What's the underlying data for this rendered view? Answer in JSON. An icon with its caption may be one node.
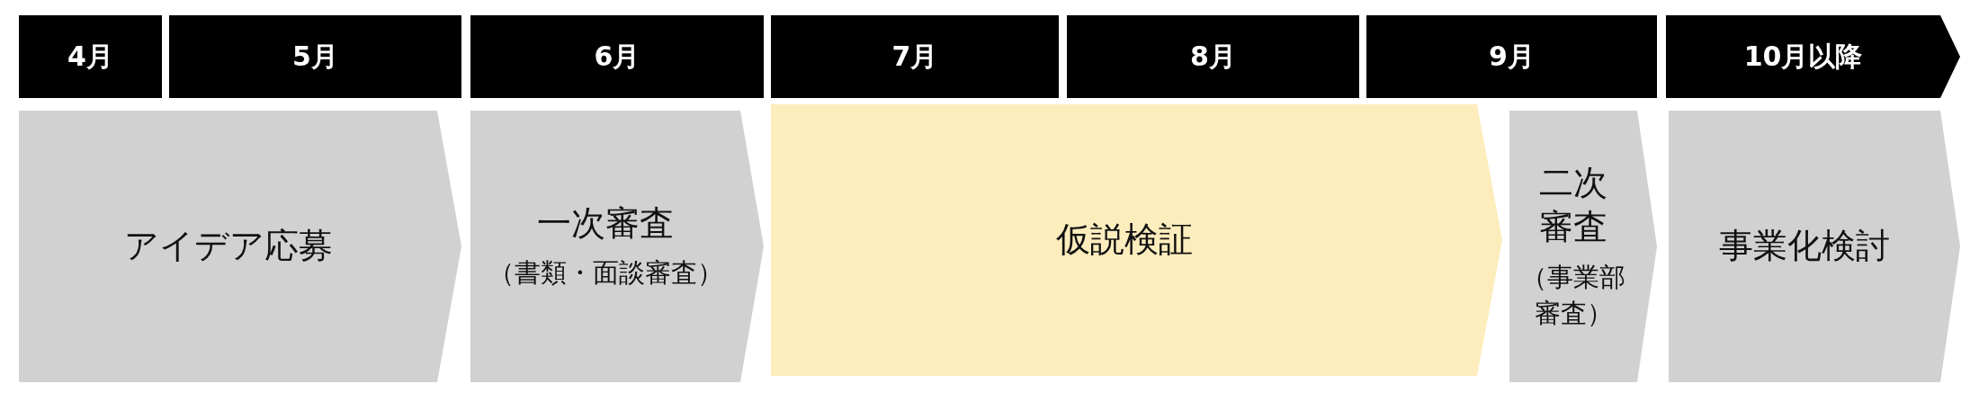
{
  "diagram": {
    "nodes": [
      {
        "text": [
          "4月"
        ]
      },
      {
        "text": [
          "5月"
        ]
      },
      {
        "text": [
          "6月"
        ]
      },
      {
        "text": [
          "7月"
        ]
      },
      {
        "text": [
          "8月"
        ]
      },
      {
        "text": [
          "9月"
        ]
      },
      {
        "text": [
          "10月以降"
        ]
      },
      {
        "text": [
          "アイデア応募"
        ]
      },
      {
        "text": [
          "一次審査",
          "（書類・面談審査）"
        ]
      },
      {
        "text": [
          "仮説検証"
        ]
      },
      {
        "text": [
          "二次審査",
          "（事業部審査）"
        ]
      },
      {
        "text": [
          "事業化検討"
        ]
      }
    ]
  }
}
